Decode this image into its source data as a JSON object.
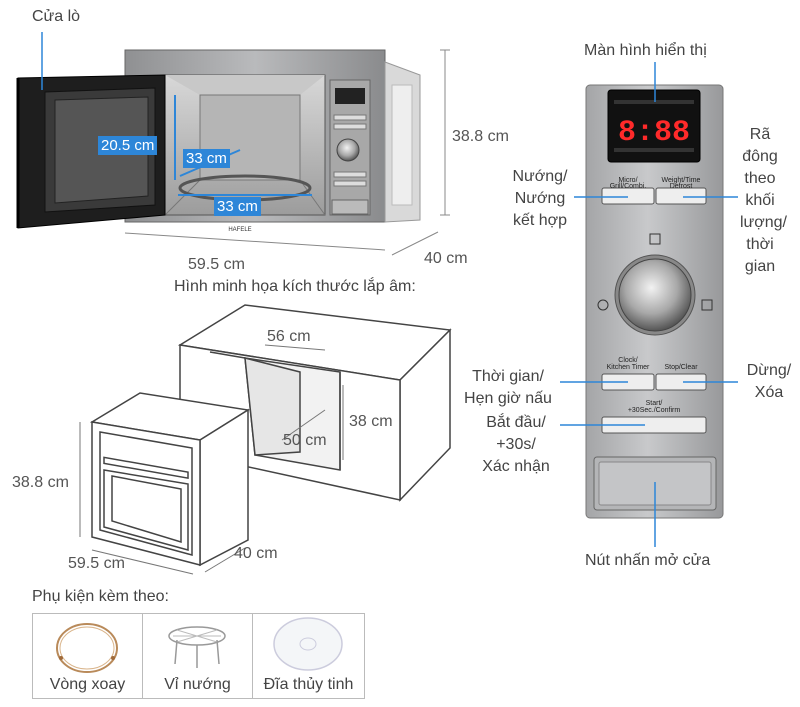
{
  "labels": {
    "oven_cavity": "Cửa lò",
    "display_screen": "Màn hình hiển thị",
    "defrost": [
      "Rã",
      "đông",
      "theo",
      "khối",
      "lượng/",
      "thời",
      "gian"
    ],
    "grill_combi": [
      "Nướng/",
      "Nướng",
      "kết hợp"
    ],
    "clock_timer": [
      "Thời gian/",
      "Hẹn giờ nấu"
    ],
    "stop_clear": [
      "Dừng/",
      "Xóa"
    ],
    "start_confirm": [
      "Bắt đầu/",
      "+30s/",
      "Xác nhận"
    ],
    "door_button": "Nút nhấn mở cửa",
    "install_title": "Hình minh họa kích thước lắp âm:",
    "accessories_title": "Phụ kiện kèm theo:"
  },
  "dimensions": {
    "cavity_height": "20.5 cm",
    "cavity_depth": "33 cm",
    "cavity_width": "33 cm",
    "oven_height": "38.8 cm",
    "oven_width": "59.5 cm",
    "oven_depth": "40 cm",
    "niche_width": "56 cm",
    "niche_depth": "50 cm",
    "niche_height": "38 cm",
    "unit_height": "38.8 cm",
    "unit_width": "59.5 cm",
    "unit_depth": "40 cm"
  },
  "panel": {
    "display_digits": "8:88",
    "btn_micro": [
      "Micro/",
      "Grill/Combi."
    ],
    "btn_weight": [
      "Weight/Time",
      "Defrost"
    ],
    "btn_clock": [
      "Clock/",
      "Kitchen Timer"
    ],
    "btn_stop": "Stop/Clear",
    "btn_start": [
      "Start/",
      "+30Sec./Confirm"
    ],
    "brand": "HAFELE"
  },
  "accessories": [
    {
      "label": "Vòng xoay",
      "icon": "turntable-ring-icon"
    },
    {
      "label": "Vỉ nướng",
      "icon": "grill-rack-icon"
    },
    {
      "label": "Đĩa thủy tinh",
      "icon": "glass-plate-icon"
    }
  ],
  "colors": {
    "accent_blue": "#2d86d8",
    "display_red": "#ff2a2a",
    "steel": "#9a9a9a"
  }
}
